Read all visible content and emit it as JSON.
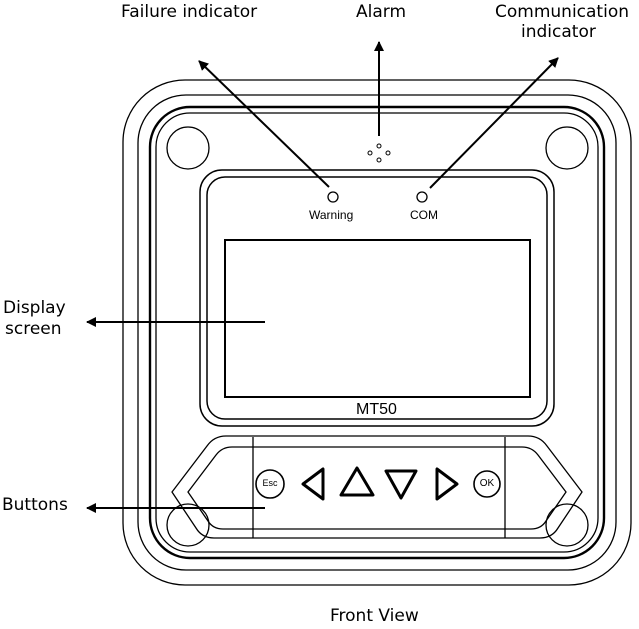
{
  "callouts": {
    "failure_indicator": "Failure indicator",
    "alarm": "Alarm",
    "communication_line1": "Communication",
    "communication_line2": "indicator",
    "display_line1": "Display",
    "display_line2": "screen",
    "buttons": "Buttons"
  },
  "device": {
    "warning_label": "Warning",
    "com_label": "COM",
    "model": "MT50",
    "esc_label": "Esc",
    "ok_label": "OK"
  },
  "caption": "Front View"
}
